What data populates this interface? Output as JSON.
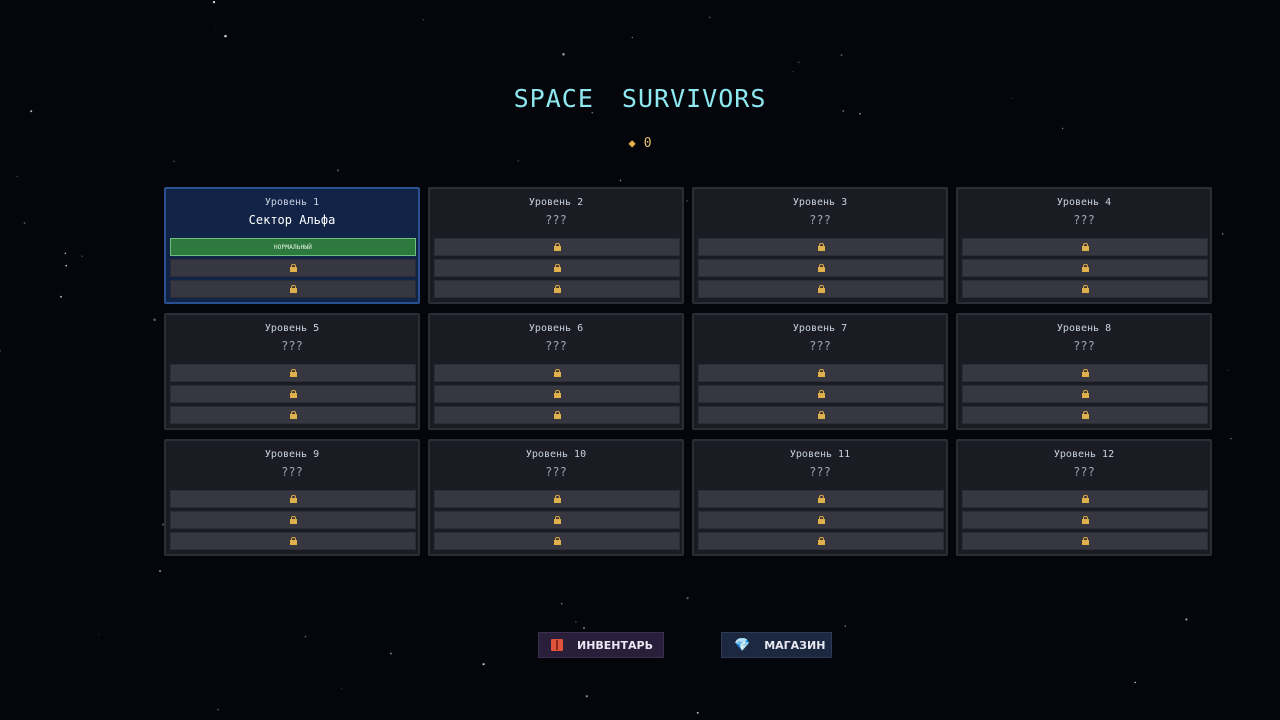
{
  "title": "SPACE SURVIVORS",
  "currency": {
    "icon": "gem-icon",
    "amount": "0"
  },
  "levels": [
    {
      "label": "Уровень 1",
      "name": "Сектор Альфа",
      "selected": true,
      "slots": [
        {
          "locked": false,
          "label": "НОРМАЛЬНЫЙ"
        },
        {
          "locked": true
        },
        {
          "locked": true
        }
      ]
    },
    {
      "label": "Уровень 2",
      "name": "???",
      "selected": false,
      "slots": [
        {
          "locked": true
        },
        {
          "locked": true
        },
        {
          "locked": true
        }
      ]
    },
    {
      "label": "Уровень 3",
      "name": "???",
      "selected": false,
      "slots": [
        {
          "locked": true
        },
        {
          "locked": true
        },
        {
          "locked": true
        }
      ]
    },
    {
      "label": "Уровень 4",
      "name": "???",
      "selected": false,
      "slots": [
        {
          "locked": true
        },
        {
          "locked": true
        },
        {
          "locked": true
        }
      ]
    },
    {
      "label": "Уровень 5",
      "name": "???",
      "selected": false,
      "slots": [
        {
          "locked": true
        },
        {
          "locked": true
        },
        {
          "locked": true
        }
      ]
    },
    {
      "label": "Уровень 6",
      "name": "???",
      "selected": false,
      "slots": [
        {
          "locked": true
        },
        {
          "locked": true
        },
        {
          "locked": true
        }
      ]
    },
    {
      "label": "Уровень 7",
      "name": "???",
      "selected": false,
      "slots": [
        {
          "locked": true
        },
        {
          "locked": true
        },
        {
          "locked": true
        }
      ]
    },
    {
      "label": "Уровень 8",
      "name": "???",
      "selected": false,
      "slots": [
        {
          "locked": true
        },
        {
          "locked": true
        },
        {
          "locked": true
        }
      ]
    },
    {
      "label": "Уровень 9",
      "name": "???",
      "selected": false,
      "slots": [
        {
          "locked": true
        },
        {
          "locked": true
        },
        {
          "locked": true
        }
      ]
    },
    {
      "label": "Уровень 10",
      "name": "???",
      "selected": false,
      "slots": [
        {
          "locked": true
        },
        {
          "locked": true
        },
        {
          "locked": true
        }
      ]
    },
    {
      "label": "Уровень 11",
      "name": "???",
      "selected": false,
      "slots": [
        {
          "locked": true
        },
        {
          "locked": true
        },
        {
          "locked": true
        }
      ]
    },
    {
      "label": "Уровень 12",
      "name": "???",
      "selected": false,
      "slots": [
        {
          "locked": true
        },
        {
          "locked": true
        },
        {
          "locked": true
        }
      ]
    }
  ],
  "buttons": {
    "inventory": {
      "label": "ИНВЕНТАРЬ",
      "icon": "book-icon"
    },
    "shop": {
      "label": "МАГАЗИН",
      "icon": "diamond-icon"
    }
  },
  "colors": {
    "title": "#8ee8f0",
    "background": "#05060c",
    "card": "#1a1b23",
    "card_selected": "#112448",
    "slot_active": "#2e7a3e",
    "lock": "#e0b04a"
  }
}
